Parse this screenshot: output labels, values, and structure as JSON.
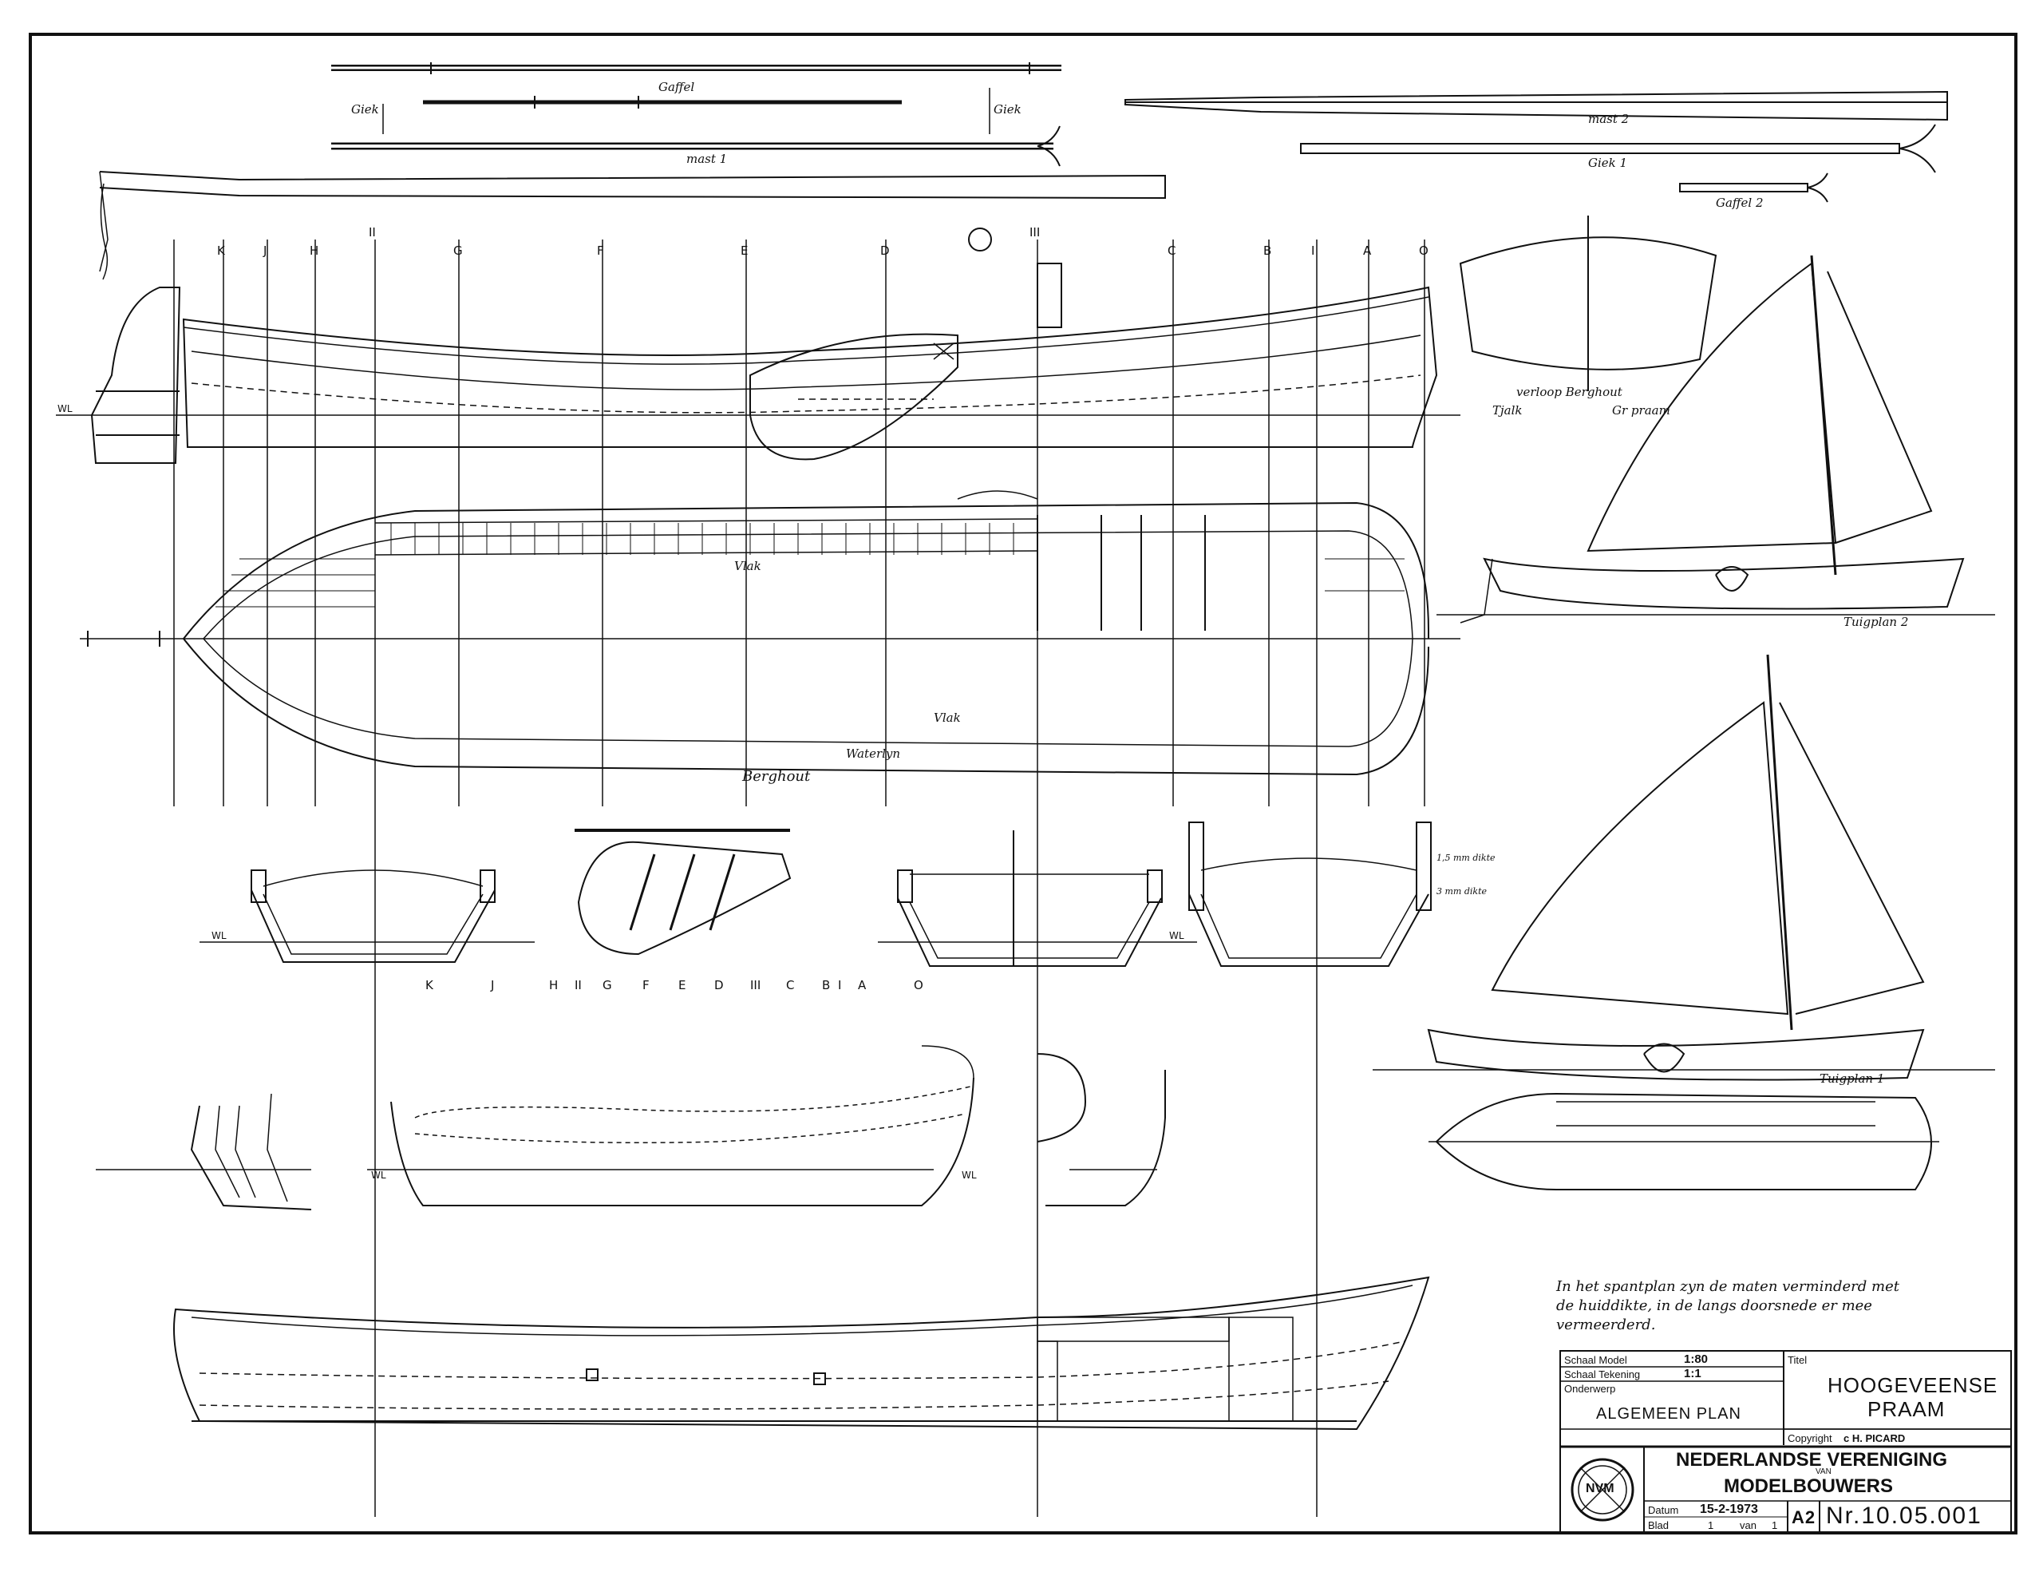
{
  "spars": {
    "gaffel": "Gaffel",
    "giek_left": "Giek",
    "giek_right": "Giek",
    "mast1": "mast 1",
    "mast2": "mast 2",
    "giek1": "Giek 1",
    "gaffel2": "Gaffel 2"
  },
  "stations": [
    "K",
    "J",
    "H",
    "II",
    "G",
    "F",
    "E",
    "D",
    "III",
    "C",
    "B",
    "I",
    "A",
    "O"
  ],
  "body_stations": [
    "K",
    "J",
    "H",
    "II",
    "G",
    "F",
    "E",
    "D",
    "III",
    "C",
    "B",
    "I",
    "A",
    "O"
  ],
  "labels": {
    "vlak_top": "Vlak",
    "vlak_bottom": "Vlak",
    "waterlyn": "Waterlyn",
    "berghout": "Berghout",
    "wl": "WL",
    "verloop_title": "verloop Berghout",
    "tjalk": "Tjalk",
    "praam": "Gr praam",
    "tuigplan2": "Tuigplan 2",
    "tuigplan1": "Tuigplan 1",
    "dikte1": "1,5 mm dikte",
    "dikte2": "3 mm dikte"
  },
  "note": {
    "line1": "In het spantplan zyn de maten verminderd met",
    "line2": "de huiddikte, in de langs doorsnede er mee",
    "line3": "vermeerderd."
  },
  "title_block": {
    "schaal_model_label": "Schaal Model",
    "schaal_model_value": "1:80",
    "schaal_tekening_label": "Schaal Tekening",
    "schaal_tekening_value": "1:1",
    "titel_label": "Titel",
    "titel_line1": "HOOGEVEENSE",
    "titel_line2": "PRAAM",
    "onderwerp_label": "Onderwerp",
    "onderwerp_value": "ALGEMEEN PLAN",
    "copyright_label": "Copyright",
    "copyright_value": "c H. PICARD",
    "org_line1": "NEDERLANDSE VERENIGING",
    "org_van": "VAN",
    "org_line2": "MODELBOUWERS",
    "logo_letters": "NVM",
    "datum_label": "Datum",
    "datum_value": "15-2-1973",
    "blad_label": "Blad",
    "blad_value": "1",
    "blad_van": "van",
    "blad_total": "1",
    "format": "A2",
    "number": "Nr.10.05.001"
  }
}
